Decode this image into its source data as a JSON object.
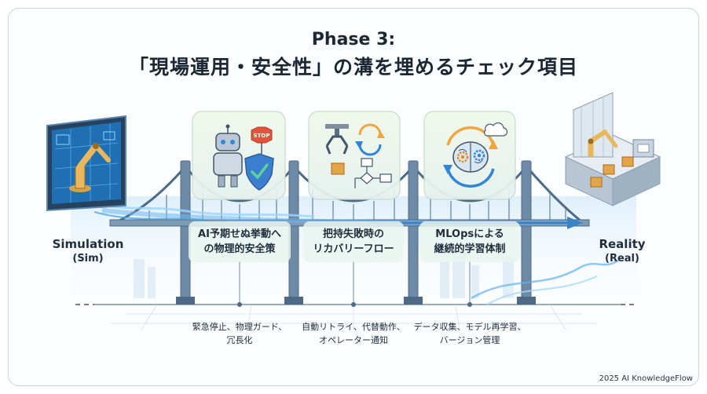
{
  "title": {
    "line1": "Phase 3:",
    "line2": "「現場運用・安全性」の溝を埋めるチェック項目"
  },
  "left": {
    "name": "Simulation",
    "sub": "(Sim)"
  },
  "right": {
    "name": "Reality",
    "sub": "(Real)"
  },
  "stop_sign": "STOP",
  "checks": [
    {
      "title": [
        "AI予期せぬ挙動へ",
        "の物理的安全策"
      ],
      "detail": [
        "緊急停止、物理ガード、",
        "冗長化"
      ],
      "icon": "robot-shield-icon"
    },
    {
      "title": [
        "把持失敗時の",
        "リカバリーフロー"
      ],
      "detail": [
        "自動リトライ、代替動作、",
        "オペレーター通知"
      ],
      "icon": "gripper-flow-icon"
    },
    {
      "title": [
        "MLOpsによる",
        "継続的学習体制"
      ],
      "detail": [
        "データ収集、モデル再学習、",
        "バージョン管理"
      ],
      "icon": "brain-cycle-icon"
    }
  ],
  "footer": "2025 AI KnowledgeFlow",
  "colors": {
    "bridge": "#5f7c99",
    "cable": "#4c6a87",
    "card": "#eef6e8",
    "accent_blue": "#2f86d6",
    "stop_red": "#e2533b",
    "shield_green": "#3ba66a"
  }
}
